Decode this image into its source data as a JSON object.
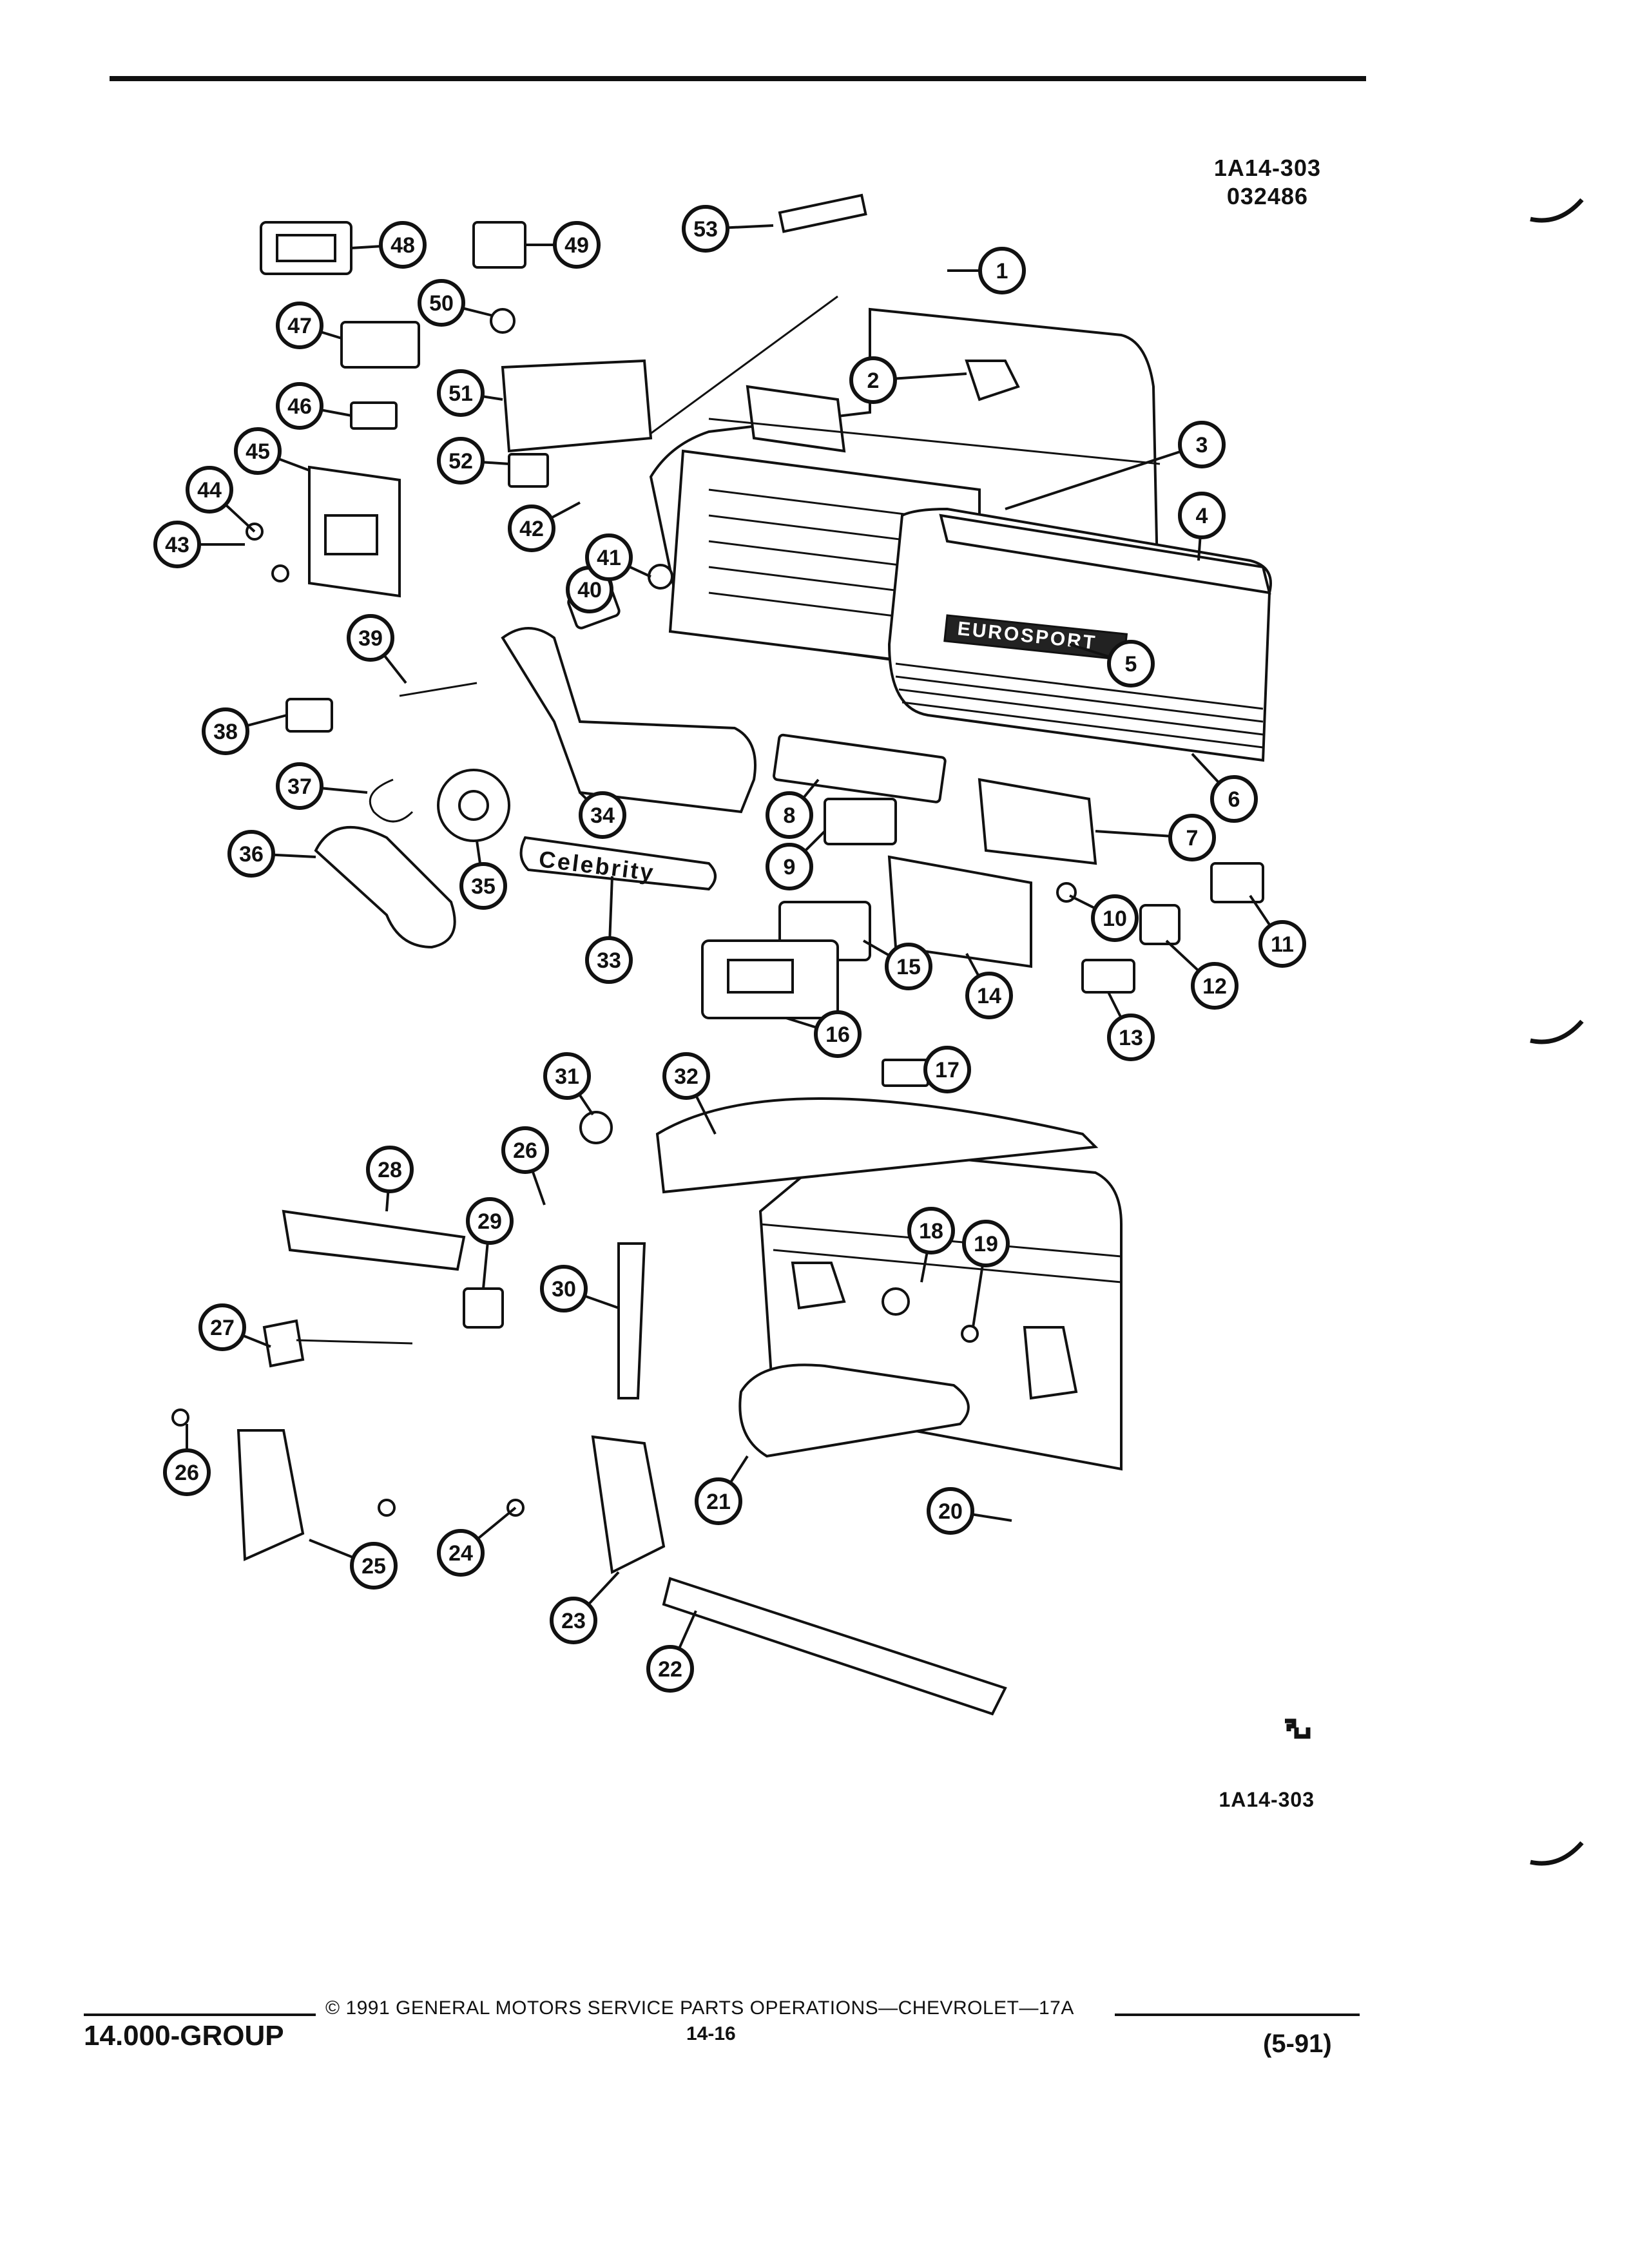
{
  "header": {
    "illustration_code": "1A14-303",
    "date_code": "032486"
  },
  "badges": {
    "eurosport": "EUROSPORT",
    "celebrity": "Celebrity"
  },
  "callouts": [
    {
      "n": "1"
    },
    {
      "n": "2"
    },
    {
      "n": "3"
    },
    {
      "n": "4"
    },
    {
      "n": "5"
    },
    {
      "n": "6"
    },
    {
      "n": "7"
    },
    {
      "n": "8"
    },
    {
      "n": "9"
    },
    {
      "n": "10"
    },
    {
      "n": "11"
    },
    {
      "n": "12"
    },
    {
      "n": "13"
    },
    {
      "n": "14"
    },
    {
      "n": "15"
    },
    {
      "n": "16"
    },
    {
      "n": "17"
    },
    {
      "n": "18"
    },
    {
      "n": "19"
    },
    {
      "n": "20"
    },
    {
      "n": "21"
    },
    {
      "n": "22"
    },
    {
      "n": "23"
    },
    {
      "n": "24"
    },
    {
      "n": "25"
    },
    {
      "n": "26"
    },
    {
      "n": "26"
    },
    {
      "n": "27"
    },
    {
      "n": "28"
    },
    {
      "n": "29"
    },
    {
      "n": "30"
    },
    {
      "n": "31"
    },
    {
      "n": "32"
    },
    {
      "n": "33"
    },
    {
      "n": "34"
    },
    {
      "n": "35"
    },
    {
      "n": "36"
    },
    {
      "n": "37"
    },
    {
      "n": "38"
    },
    {
      "n": "39"
    },
    {
      "n": "40"
    },
    {
      "n": "41"
    },
    {
      "n": "42"
    },
    {
      "n": "43"
    },
    {
      "n": "44"
    },
    {
      "n": "45"
    },
    {
      "n": "46"
    },
    {
      "n": "47"
    },
    {
      "n": "48"
    },
    {
      "n": "49"
    },
    {
      "n": "50"
    },
    {
      "n": "51"
    },
    {
      "n": "52"
    },
    {
      "n": "53"
    }
  ],
  "bottom_code": "1A14-303",
  "footer": {
    "group": "14.000-GROUP",
    "copyright": "© 1991 GENERAL MOTORS SERVICE PARTS OPERATIONS—CHEVROLET—17A",
    "page": "14-16",
    "revision": "(5-91)"
  }
}
